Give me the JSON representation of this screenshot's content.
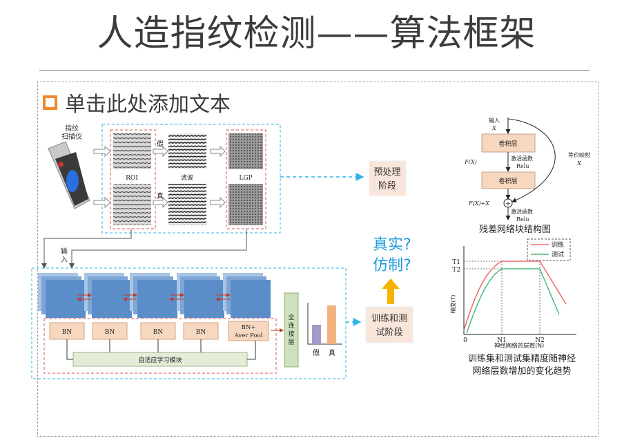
{
  "title": "人造指纹检测——算法框架",
  "bullet_text": "单击此处添加文本",
  "scanner_label": [
    "指纹",
    "扫描仪"
  ],
  "preprocess": {
    "fake_label": "假",
    "real_label": "真",
    "roi_label": "ROI",
    "filter_label": "滤波",
    "lgp_label": "LGP",
    "stage_label": [
      "预处理",
      "阶段"
    ]
  },
  "input_label": [
    "输",
    "入"
  ],
  "network": {
    "bn_labels": [
      "BN",
      "BN",
      "BN",
      "BN"
    ],
    "bn_last": [
      "BN+",
      "Aver Pool"
    ],
    "adaptive_module": "自适应学习模块",
    "fc_layer": [
      "全",
      "连",
      "接",
      "层"
    ],
    "output_fake": "假",
    "output_real": "真",
    "train_stage": [
      "训练和测",
      "试阶段"
    ]
  },
  "question": [
    "真实?",
    "仿制?"
  ],
  "colors": {
    "accent_orange": "#f0892b",
    "question_blue": "#1e9be0",
    "arrow_yellow": "#f6b400",
    "dashed_blue": "#33b2e8",
    "dashed_red": "#e05050",
    "block_blue": "#5b8dc8",
    "bn_fill": "#f6d7bf",
    "fc_fill": "#cfe0bd",
    "bar_fake": "#a49ac8",
    "bar_real": "#f2b27e",
    "train_line": "#f06a6a",
    "test_line": "#4cba7b"
  },
  "resnet": {
    "input_label": "输入",
    "input_var": "X",
    "conv_label": "卷积层",
    "activation": [
      "激活函数",
      "Relu"
    ],
    "identity": [
      "等价映射",
      "X"
    ],
    "fx": "F(X)",
    "fx_plus_x": "F(X)+X",
    "caption": "残差网络块结构图"
  },
  "accuracy": {
    "legend_train": "训练",
    "legend_test": "测试",
    "t1": "T1",
    "t2": "T2",
    "y_axis": "精度(T)",
    "zero": "0",
    "n1": "N1",
    "n2": "N2",
    "x_axis": "神经网络的层数(N)",
    "caption": [
      "训练集和测试集精度随神经",
      "网络层数增加的变化趋势"
    ]
  }
}
